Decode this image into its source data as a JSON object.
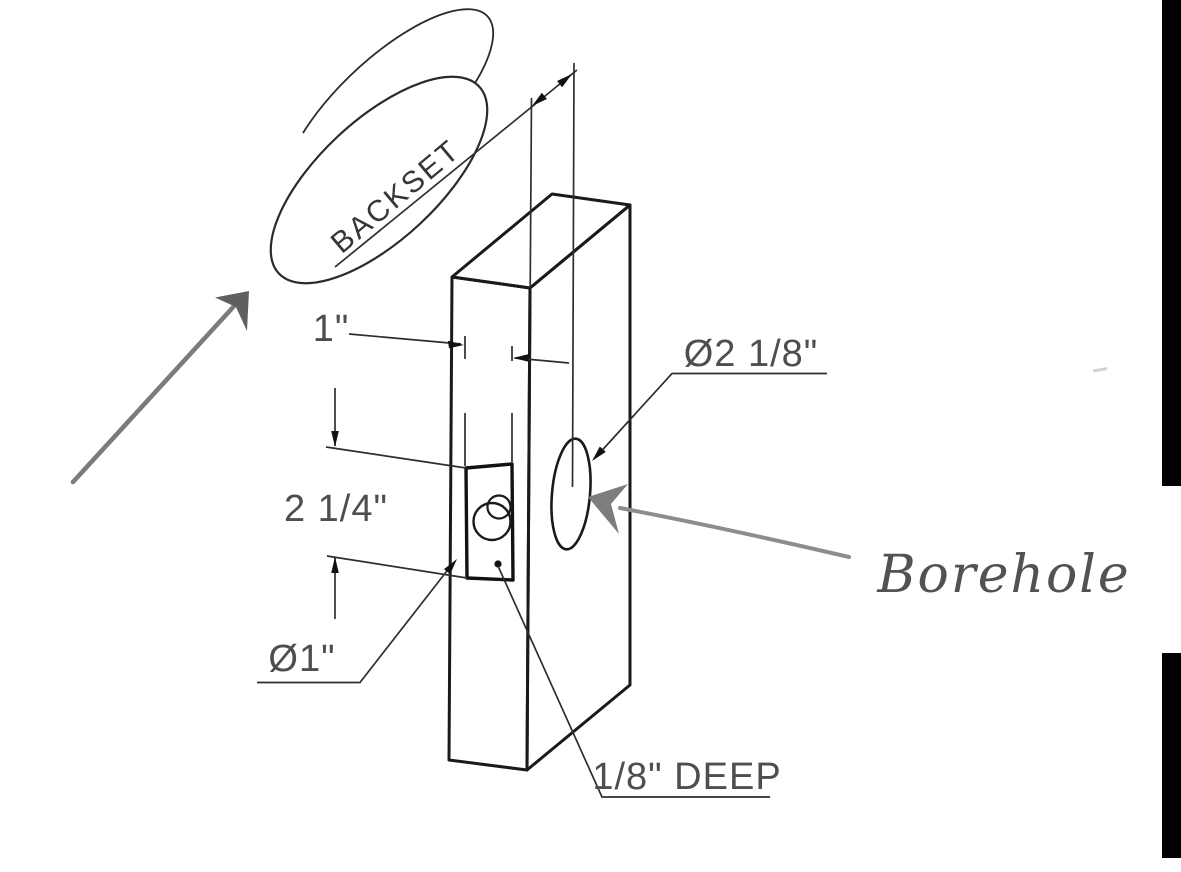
{
  "diagram": {
    "type": "door-lock-installation-drawing",
    "balloon_label": "BACKSET",
    "labels": {
      "edge_width": "1\"",
      "plate_height": "2 1/4\"",
      "cross_bore": "Ø1\"",
      "borehole_dia": "Ø2 1/8\"",
      "mortise_depth": "1/8\" DEEP",
      "borehole_caption": "Borehole"
    },
    "colors": {
      "line_art": "#1a1a1a",
      "dimension_text": "#4e4e4e",
      "sketch_arrow_gray": "#7b7b7b",
      "edge_bars": "#000000"
    }
  }
}
